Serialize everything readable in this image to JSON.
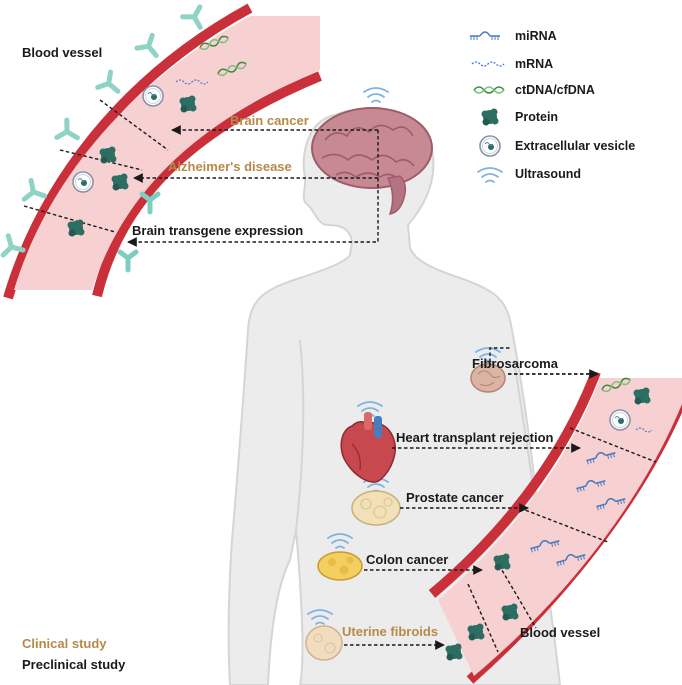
{
  "labels": {
    "blood_vessel_top": "Blood vessel",
    "blood_vessel_bottom": "Blood vessel",
    "brain_cancer": "Brain cancer",
    "alzheimers": "Alzheimer's disease",
    "brain_transgene": "Brain transgene expression",
    "fibrosarcoma": "Fibrosarcoma",
    "heart_rejection": "Heart transplant rejection",
    "prostate": "Prostate cancer",
    "colon": "Colon cancer",
    "uterine": "Uterine fibroids"
  },
  "legend": [
    {
      "icon": "mirna-icon",
      "label": "miRNA"
    },
    {
      "icon": "mrna-icon",
      "label": "mRNA"
    },
    {
      "icon": "ctdna-icon",
      "label": "ctDNA/cfDNA"
    },
    {
      "icon": "protein-icon",
      "label": "Protein"
    },
    {
      "icon": "vesicle-icon",
      "label": "Extracellular vesicle"
    },
    {
      "icon": "ultrasound-icon",
      "label": "Ultrasound"
    }
  ],
  "study_key": {
    "clinical": "Clinical study",
    "preclinical": "Preclinical study"
  },
  "colors": {
    "clinical": "#b8894a",
    "preclinical": "#1a1a1a",
    "vessel_wall": "#c9303a",
    "vessel_lumen": "#f7d0d2",
    "receptor": "#8fd3c6",
    "protein": "#2d6e63",
    "ultrasound": "#7fb3e3",
    "body": "#ececec"
  }
}
